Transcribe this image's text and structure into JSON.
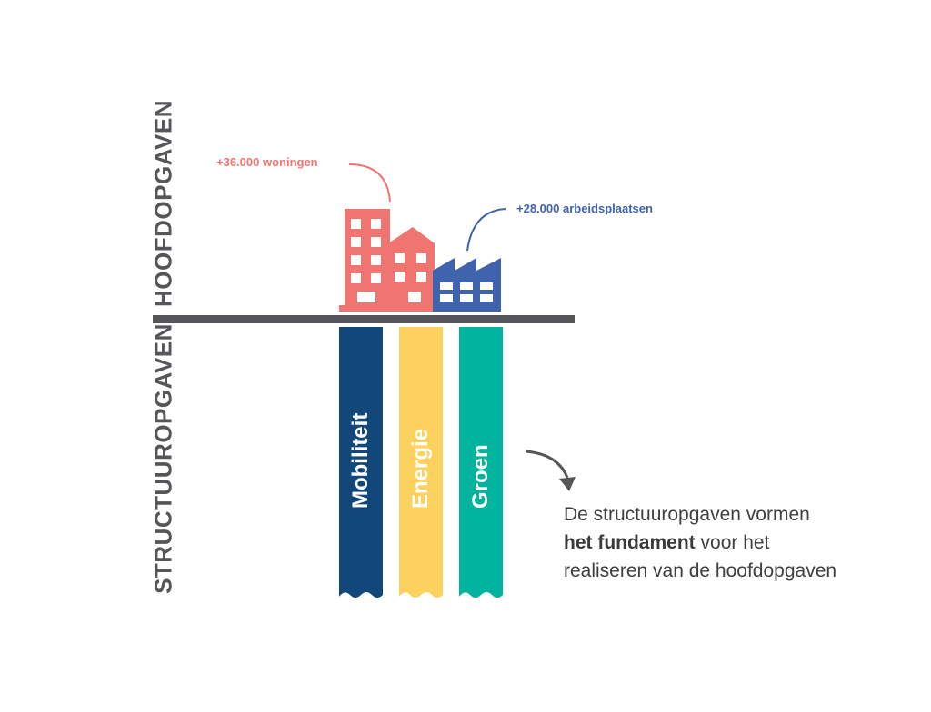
{
  "labels": {
    "top_section": "HOOFDOPGAVEN",
    "bottom_section": "STRUCTUUROPGAVEN"
  },
  "callouts": {
    "housing": "+36.000 woningen",
    "jobs": "+28.000 arbeidsplaatsen"
  },
  "pillars": [
    {
      "label": "Mobiliteit",
      "color": "#12477a"
    },
    {
      "label": "Energie",
      "color": "#fcd15e"
    },
    {
      "label": "Groen",
      "color": "#00b39e"
    }
  ],
  "statement": {
    "part1": "De structuuropgaven vormen",
    "bold": "het fundament",
    "part2": "voor het",
    "part3": "realiseren van de hoofdopgaven"
  },
  "colors": {
    "housing": "#f07470",
    "jobs": "#3f63ad",
    "ground": "#555659"
  }
}
